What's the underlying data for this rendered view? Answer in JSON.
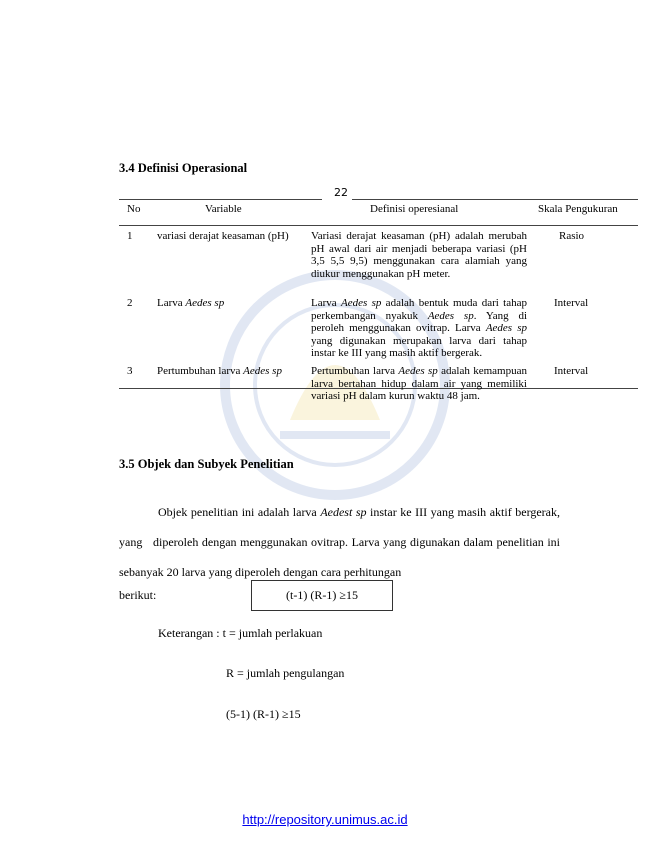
{
  "page_number": "22",
  "section_34": {
    "title": "3.4 Definisi Operasional"
  },
  "table": {
    "headers": {
      "no": "No",
      "variable": "Variable",
      "definition": "Definisi operesianal",
      "scale": "Skala Pengukuran"
    },
    "rows": [
      {
        "no": "1",
        "variable": "variasi derajat keasaman (pH)",
        "definition": "Variasi derajat keasaman (pH) adalah merubah pH awal dari air menjadi beberapa variasi (pH 3,5 5,5 9,5) menggunakan cara alamiah yang diukur menggunakan pH meter.",
        "scale": "Rasio"
      },
      {
        "no": "2",
        "variable_prefix": "Larva ",
        "variable_italic": "Aedes sp",
        "definition_html": "Larva <i>Aedes sp</i> adalah bentuk muda dari tahap perkembangan nyakuk <i>Aedes sp</i>. Yang di peroleh menggunakan ovitrap. Larva <i>Aedes sp</i> yang digunakan merupakan larva dari tahap instar ke III yang masih aktif bergerak.",
        "scale": "Interval"
      },
      {
        "no": "3",
        "variable_prefix": "Pertumbuhan larva ",
        "variable_italic": "Aedes sp",
        "definition_html": "Pertumbuhan larva <i>Aedes sp</i> adalah kemampuan larva bertahan hidup dalam air yang memiliki variasi pH dalam kurun waktu 48 jam.",
        "scale": "Interval"
      }
    ]
  },
  "section_35": {
    "title": "3.5 Objek dan Subyek Penelitian",
    "paragraph_html": "Objek penelitian ini adalah larva <i>Aedest sp</i> instar ke III yang masih aktif bergerak, yang&nbsp;&nbsp; diperoleh dengan menggunakan ovitrap. Larva yang digunakan dalam penelitian ini sebanyak 20 larva yang diperoleh dengan cara perhitungan",
    "last_line": "berikut:",
    "formula": "(t-1) (R-1)  ≥15",
    "keterangan_t": "Keterangan : t = jumlah perlakuan",
    "keterangan_r": "R = jumlah pengulangan",
    "formula2": "(5-1) (R-1)  ≥15"
  },
  "footer": {
    "link": "http://repository.unimus.ac.id"
  }
}
